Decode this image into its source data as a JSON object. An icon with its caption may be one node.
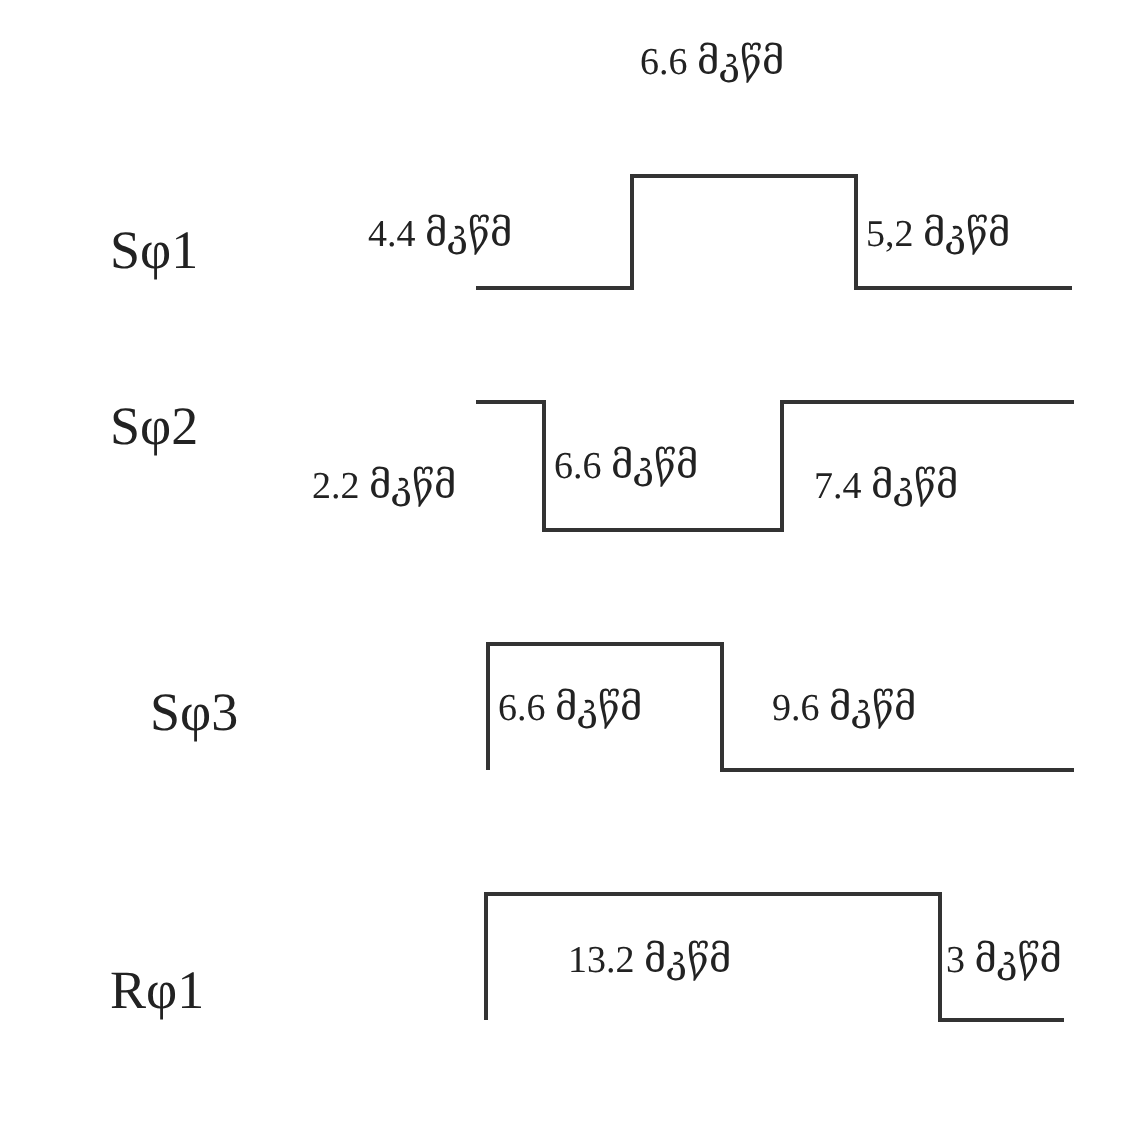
{
  "diagram": {
    "labels": [
      "6.6 მკწმ",
      "Sφ1",
      "4.4 მკწმ",
      "5,2 მკწმ",
      "Sφ2",
      "2.2 მკწმ",
      "6.6 მკწმ",
      "7.4 მკწმ",
      "Sφ3",
      "6.6 მკწმ",
      "9.6 მკწმ",
      "Rφ1",
      "13.2 მკწმ",
      "3 მკწმ"
    ]
  }
}
